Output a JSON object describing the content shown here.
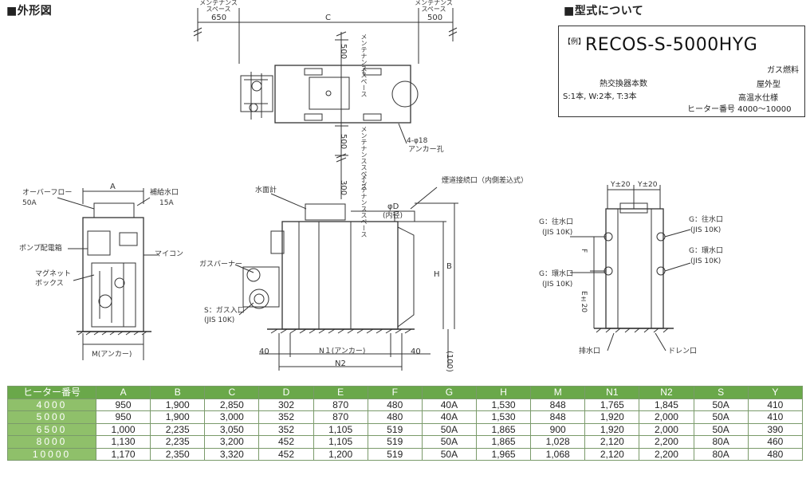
{
  "headings": {
    "exterior": "■外形図",
    "model": "■型式について"
  },
  "top_view": {
    "maint_left": "メンテナンス\nスペース",
    "maint_right": "メンテナンス\nスペース",
    "dim_650": "650",
    "dim_C": "C",
    "dim_500_right": "500",
    "dim_500_top": "500",
    "maint_top": "メンテナンススペース",
    "dim_500_mid": "500",
    "maint_mid": "メンテナンススペース",
    "anchor_holes": "4-φ18",
    "anchor_label": "アンカー孔",
    "dim_300": "300",
    "maint_bottom": "メンテナンススペース"
  },
  "left_view": {
    "dim_A": "A",
    "overflow": "オーバーフロー",
    "overflow_size": "50A",
    "supply": "補給水口",
    "supply_size": "15A",
    "pump_box": "ポンプ配電箱",
    "micom": "マイコン",
    "magnet1": "マグネット",
    "magnet2": "ボックス",
    "dim_M": "M(アンカー)"
  },
  "front_view": {
    "water_gauge": "水面計",
    "flue": "煙道接続口（内側差込式）",
    "dim_phiD": "φD",
    "inner_dia": "(内径)",
    "gas_burner": "ガスバーナー",
    "gas_inlet": "S：ガス入口",
    "gas_jis": "(JIS 10K)",
    "dim_H": "H",
    "dim_B": "B",
    "dim_40_left": "40",
    "dim_N1": "N１(アンカー)",
    "dim_40_right": "40",
    "dim_N2": "N2",
    "dim_100": "(100)"
  },
  "side_view": {
    "dim_Y1": "Y±20",
    "dim_Y2": "Y±20",
    "g_out_left": "G：往水口",
    "g_out_left_jis": "(JIS 10K)",
    "g_out_right": "G：往水口",
    "g_out_right_jis": "(JIS 10K)",
    "g_ret_left": "G：環水口",
    "g_ret_left_jis": "(JIS 10K)",
    "g_ret_right": "G：環水口",
    "g_ret_right_jis": "(JIS 10K)",
    "dim_F": "F",
    "dim_E": "E±20",
    "drain": "排水口",
    "drain2": "ドレン口"
  },
  "model_code": {
    "example": "【例】",
    "code_prefix": "RECOS-",
    "code_S": "S",
    "dash": "-",
    "code_num": "5000",
    "code_H": "H",
    "code_Y": "Y",
    "code_G": "G",
    "gas_fuel": "ガス燃料",
    "outdoor": "屋外型",
    "hot_water": "高温水仕様",
    "heat_ex": "熱交換器本数",
    "heat_ex_detail": "S:1本, W:2本, T:3本",
    "heater_no": "ヒーター番号 4000〜10000"
  },
  "table": {
    "headers": [
      "ヒーター番号",
      "A",
      "B",
      "C",
      "D",
      "E",
      "F",
      "G",
      "H",
      "M",
      "N1",
      "N2",
      "S",
      "Y"
    ],
    "rows": [
      [
        "4000",
        "950",
        "1,900",
        "2,850",
        "302",
        "870",
        "480",
        "40A",
        "1,530",
        "848",
        "1,765",
        "1,845",
        "50A",
        "410"
      ],
      [
        "5000",
        "950",
        "1,900",
        "3,000",
        "352",
        "870",
        "480",
        "40A",
        "1,530",
        "848",
        "1,920",
        "2,000",
        "50A",
        "410"
      ],
      [
        "6500",
        "1,000",
        "2,235",
        "3,050",
        "352",
        "1,105",
        "519",
        "50A",
        "1,865",
        "900",
        "1,920",
        "2,000",
        "50A",
        "390"
      ],
      [
        "8000",
        "1,130",
        "2,235",
        "3,200",
        "452",
        "1,105",
        "519",
        "50A",
        "1,865",
        "1,028",
        "2,120",
        "2,200",
        "80A",
        "460"
      ],
      [
        "10000",
        "1,170",
        "2,350",
        "3,320",
        "452",
        "1,200",
        "519",
        "50A",
        "1,965",
        "1,068",
        "2,120",
        "2,200",
        "80A",
        "480"
      ]
    ]
  },
  "colors": {
    "header_green": "#6aa84a",
    "row_green": "#8fc06a"
  }
}
